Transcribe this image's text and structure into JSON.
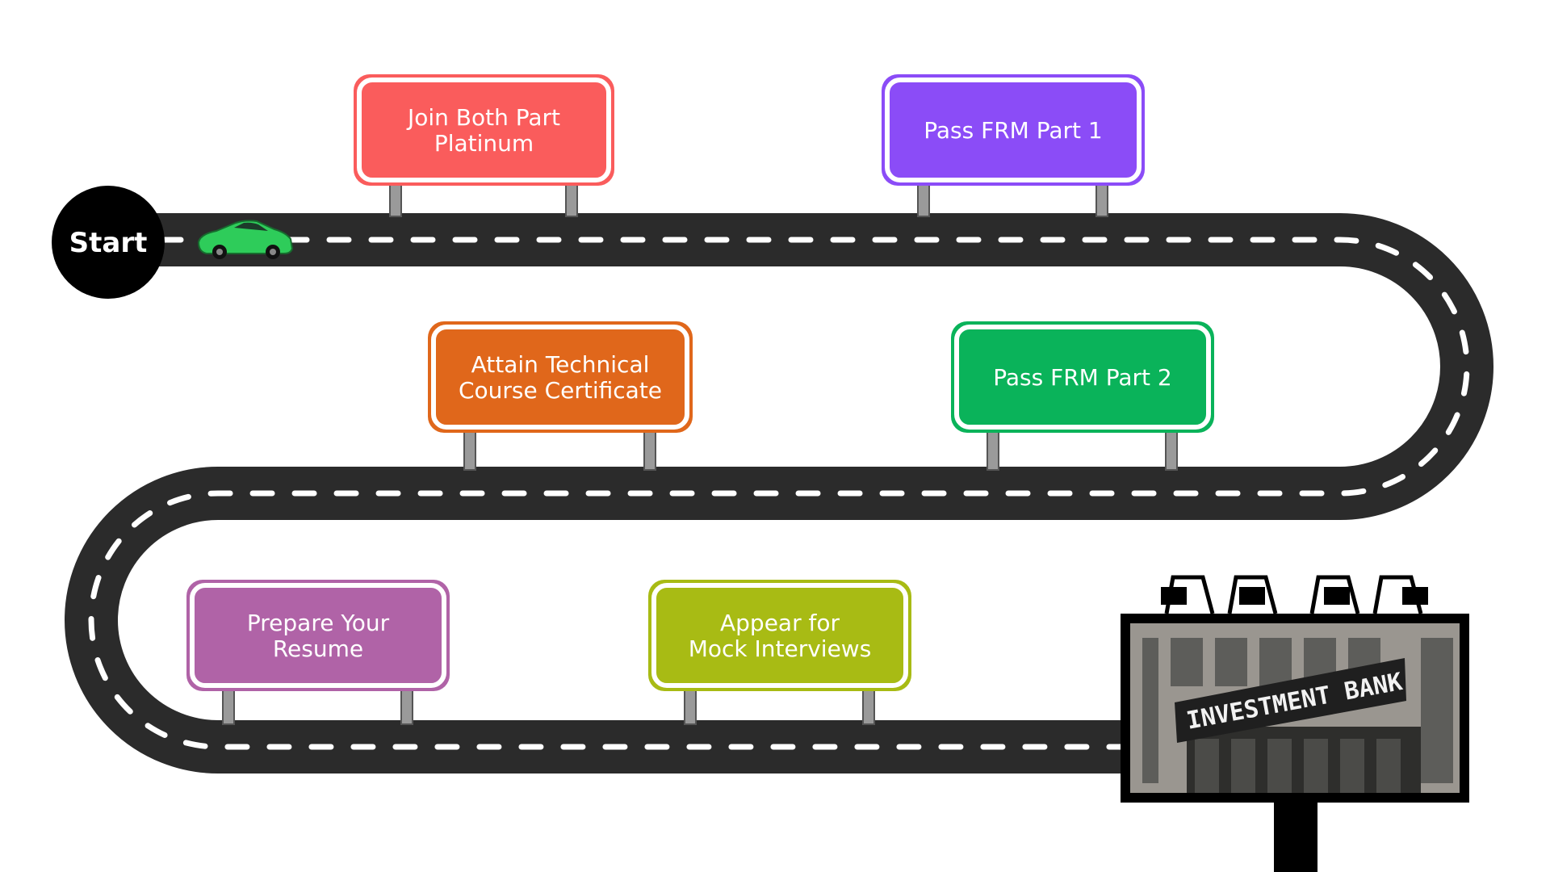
{
  "start_label": "Start",
  "signs": [
    {
      "lines": [
        "Join Both Part",
        "Platinum"
      ],
      "color": "#fa5c5c"
    },
    {
      "lines": [
        "Pass FRM Part 1"
      ],
      "color": "#8b4cf7"
    },
    {
      "lines": [
        "Attain Technical",
        "Course Certificate"
      ],
      "color": "#e0671b"
    },
    {
      "lines": [
        "Pass FRM Part 2"
      ],
      "color": "#0ab35a"
    },
    {
      "lines": [
        "Prepare  Your",
        "Resume"
      ],
      "color": "#b063a7"
    },
    {
      "lines": [
        "Appear for",
        "Mock Interviews"
      ],
      "color": "#a8bb14"
    }
  ],
  "billboard": {
    "text": "INVESTMENT BANK"
  },
  "colors": {
    "road": "#2b2b2b",
    "lane": "#ffffff",
    "car": "#2ecc5a",
    "start_circle": "#000000"
  }
}
